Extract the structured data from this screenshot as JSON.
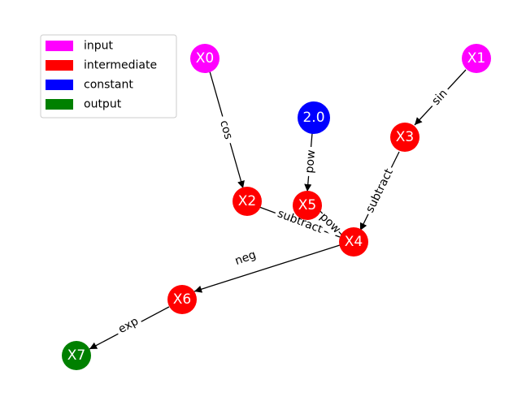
{
  "legend": {
    "items": [
      {
        "label": "input",
        "color": "#ff00ff"
      },
      {
        "label": "intermediate",
        "color": "#ff0000"
      },
      {
        "label": "constant",
        "color": "#0000ff"
      },
      {
        "label": "output",
        "color": "#008000"
      }
    ]
  },
  "nodes": {
    "X0": {
      "label": "X0",
      "kind": "input",
      "color": "#ff00ff"
    },
    "X1": {
      "label": "X1",
      "kind": "input",
      "color": "#ff00ff"
    },
    "C": {
      "label": "2.0",
      "kind": "constant",
      "color": "#0000ff"
    },
    "X3": {
      "label": "X3",
      "kind": "intermediate",
      "color": "#ff0000"
    },
    "X2": {
      "label": "X2",
      "kind": "intermediate",
      "color": "#ff0000"
    },
    "X5": {
      "label": "X5",
      "kind": "intermediate",
      "color": "#ff0000"
    },
    "X4": {
      "label": "X4",
      "kind": "intermediate",
      "color": "#ff0000"
    },
    "X6": {
      "label": "X6",
      "kind": "intermediate",
      "color": "#ff0000"
    },
    "X7": {
      "label": "X7",
      "kind": "output",
      "color": "#008000"
    }
  },
  "edges": {
    "e_x0_x2": {
      "from": "X0",
      "to": "X2",
      "label": "cos"
    },
    "e_x1_x3": {
      "from": "X1",
      "to": "X3",
      "label": "sin"
    },
    "e_c_x5": {
      "from": "2.0",
      "to": "X5",
      "label": "pow"
    },
    "e_x3_x4": {
      "from": "X3",
      "to": "X4",
      "label": "subtract"
    },
    "e_x2_x4": {
      "from": "X2",
      "to": "X4",
      "label": "subtract"
    },
    "e_x5_x4": {
      "from": "X5",
      "to": "X4",
      "label": "pow"
    },
    "e_x4_x6": {
      "from": "X4",
      "to": "X6",
      "label": "neg"
    },
    "e_x6_x7": {
      "from": "X6",
      "to": "X7",
      "label": "exp"
    }
  }
}
